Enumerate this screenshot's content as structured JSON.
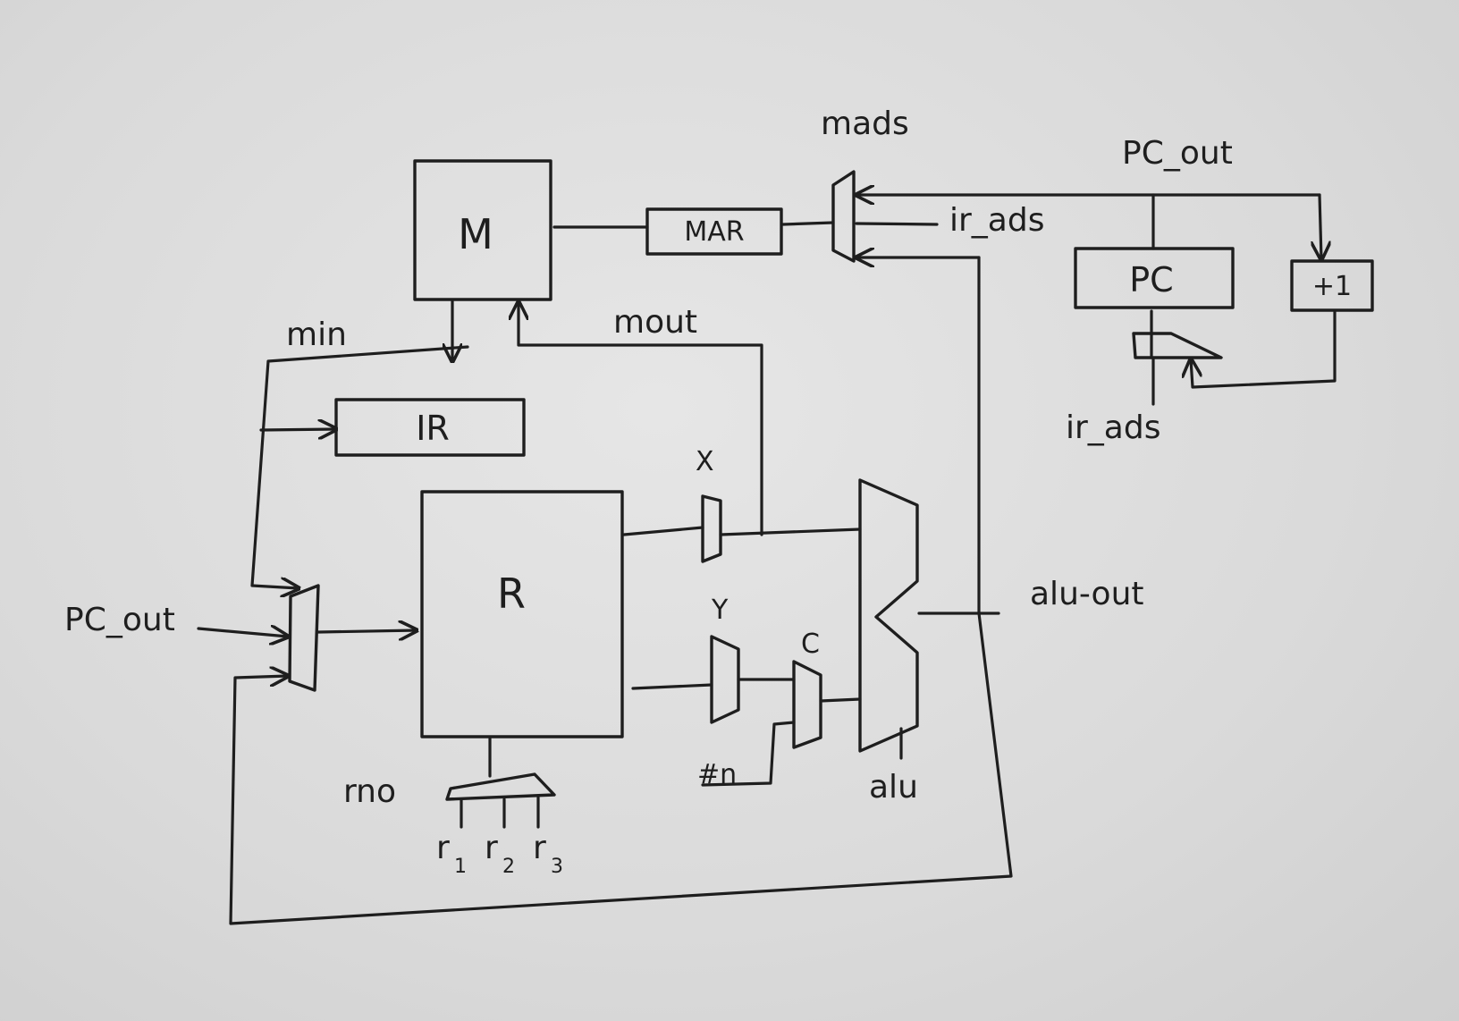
{
  "diagram": {
    "blocks": {
      "memory": "M",
      "mar": "MAR",
      "ir": "IR",
      "register_file": "R",
      "pc": "PC",
      "incrementer": "+1"
    },
    "signals": {
      "mads": "mads",
      "pc_out_top": "PC_out",
      "ir_ads_top": "ir_ads",
      "ir_ads_pc": "ir_ads",
      "min": "min",
      "mout": "mout",
      "x": "X",
      "y": "Y",
      "c": "C",
      "hash_n": "#n",
      "alu": "alu",
      "alu_out": "alu-out",
      "pc_out_left": "PC_out",
      "rno": "rno",
      "r1": "r",
      "r1_sub": "1",
      "r2": "r",
      "r2_sub": "2",
      "r3": "r",
      "r3_sub": "3"
    }
  }
}
